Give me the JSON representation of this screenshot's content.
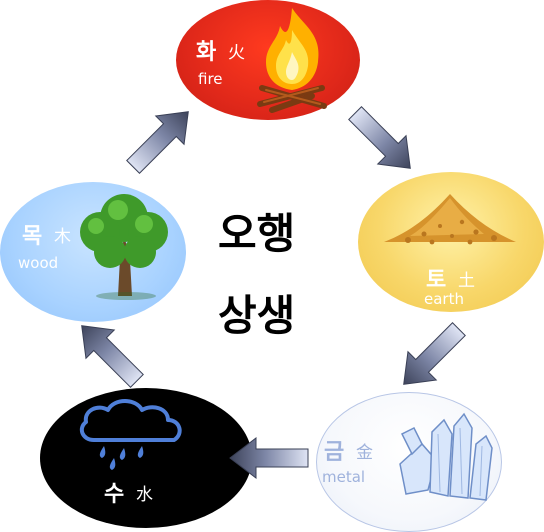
{
  "title_line1": "오행",
  "title_line2": "상생",
  "elements": {
    "fire": {
      "korean": "화",
      "hanja": "火",
      "english": "fire"
    },
    "earth": {
      "korean": "토",
      "hanja": "土",
      "english": "earth"
    },
    "metal": {
      "korean": "금",
      "hanja": "金",
      "english": "metal"
    },
    "water": {
      "korean": "수",
      "hanja": "水",
      "english": ""
    },
    "wood": {
      "korean": "목",
      "hanja": "木",
      "english": "wood"
    }
  },
  "colors": {
    "fire": "#e0281a",
    "earth": "#f8d76a",
    "metal": "#f6f8fc",
    "water": "#000000",
    "wood": "#a8d2ff",
    "arrow": "#4a5068"
  },
  "icons": {
    "fire": "campfire-icon",
    "earth": "soil-pile-icon",
    "metal": "crystal-icon",
    "water": "rain-cloud-icon",
    "wood": "tree-icon"
  }
}
